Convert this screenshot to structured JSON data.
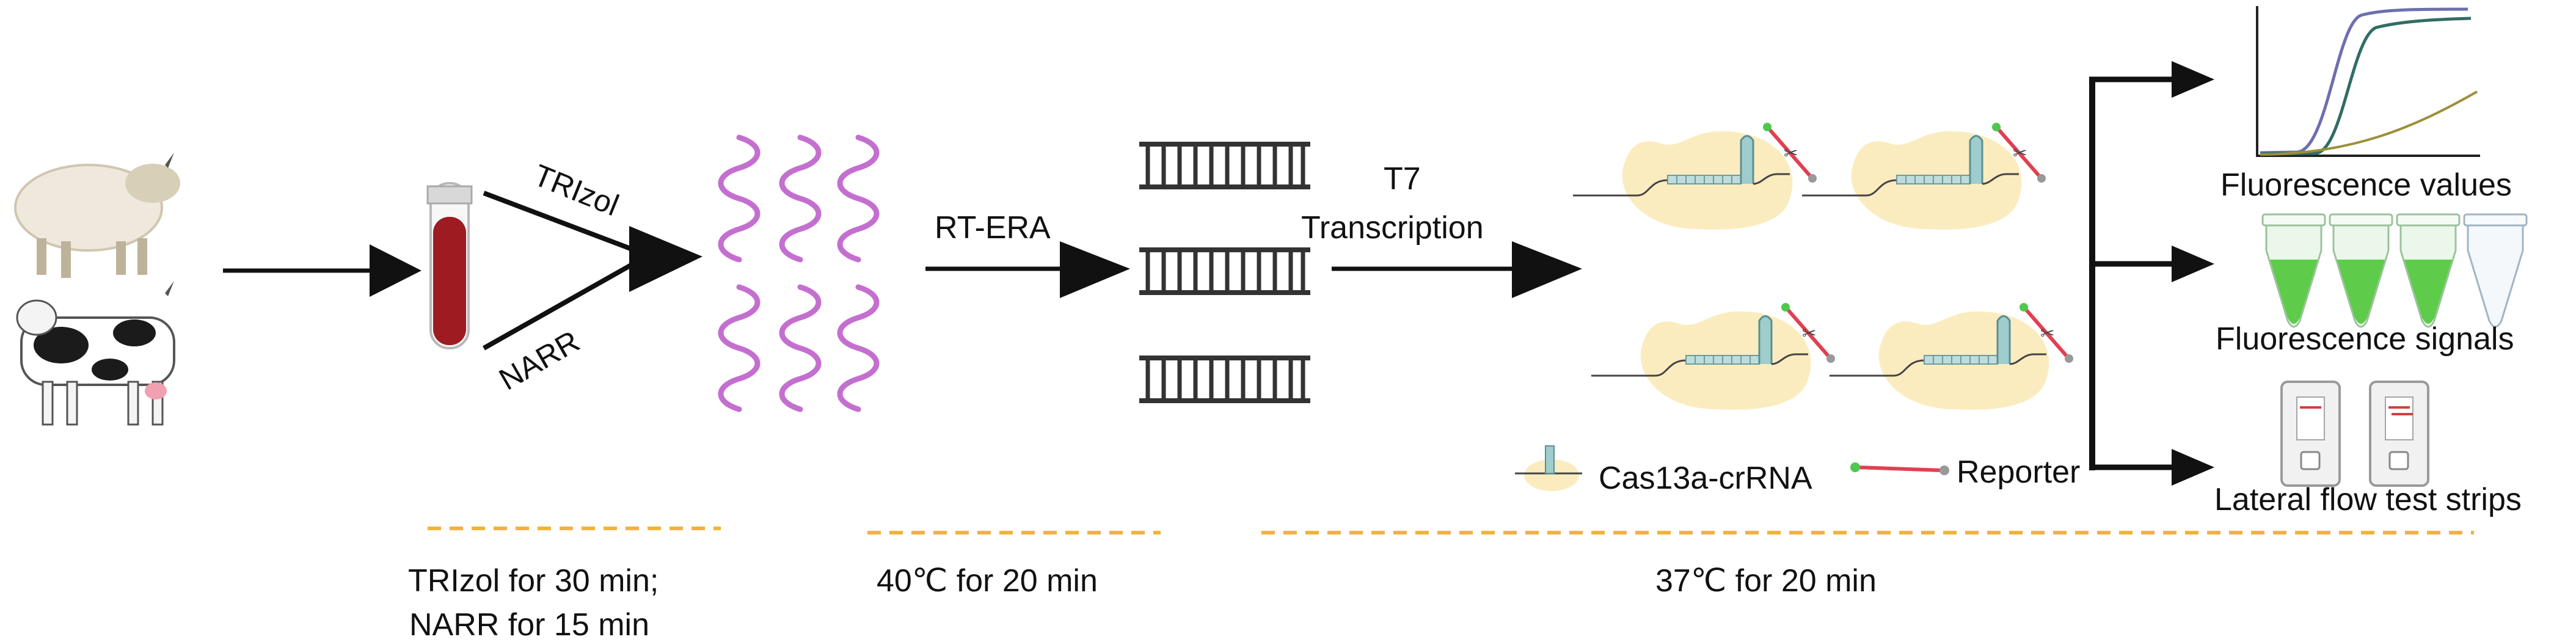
{
  "labels": {
    "trizol_arm": "TRIzol",
    "narr_arm": "NARR",
    "rt_era": "RT-ERA",
    "t7_line1": "T7",
    "t7_line2": "Transcription",
    "fluorescence_values": "Fluorescence values",
    "fluorescence_signals": "Fluorescence signals",
    "lateral_flow": "Lateral flow test strips",
    "legend_cas13a": "Cas13a-crRNA",
    "legend_reporter": "Reporter"
  },
  "timing": {
    "extraction_line1": "TRIzol for 30 min;",
    "extraction_line2": "NARR for 15 min",
    "amplification": "40℃ for 20 min",
    "detection": "37℃ for 20 min"
  },
  "colors": {
    "arrow": "#111111",
    "blood": "#9e1b22",
    "rna": "#c46fd0",
    "dna": "#333333",
    "cas_blob": "#fbecc0",
    "crrna": "#7fb3b5",
    "reporter": "#e04050",
    "dashed": "#f2b33a",
    "fluor_green": "#5ecb4a",
    "curve_purple": "#6c6fb0",
    "curve_teal": "#2f6d66",
    "curve_olive": "#9b8f3a"
  },
  "icons": {
    "sheep": "sheep-icon",
    "cow": "cow-icon",
    "tube": "blood-tube-icon",
    "strip": "test-strip-icon"
  }
}
